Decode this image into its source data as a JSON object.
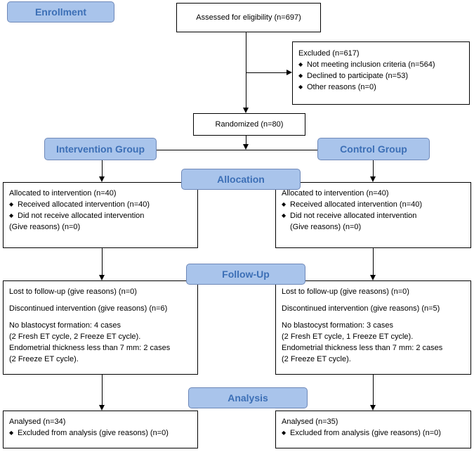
{
  "stages": {
    "enrollment": "Enrollment",
    "allocation": "Allocation",
    "follow_up": "Follow-Up",
    "analysis": "Analysis"
  },
  "groups": {
    "intervention": "Intervention Group",
    "control": "Control Group"
  },
  "assessed": "Assessed for eligibility (n=697)",
  "excluded": {
    "title": "Excluded (n=617)",
    "items": [
      "Not meeting inclusion criteria (n=564)",
      "Declined to participate (n=53)",
      "Other reasons (n=0)"
    ]
  },
  "randomized": "Randomized (n=80)",
  "allocation": {
    "intervention": {
      "title": "Allocated to intervention (n=40)",
      "received": "Received allocated intervention (n=40)",
      "not_received_1": "Did not receive allocated intervention",
      "not_received_2": "(Give reasons) (n=0)"
    },
    "control": {
      "title": "Allocated to intervention (n=40)",
      "received": "Received allocated intervention (n=40)",
      "not_received_1": "Did not receive allocated intervention",
      "not_received_2": "(Give reasons) (n=0)"
    }
  },
  "follow_up": {
    "intervention": {
      "lost": "Lost to follow-up (give reasons) (n=0)",
      "discontinued": "Discontinued intervention (give reasons) (n=6)",
      "no_blasto": "No blastocyst formation: 4 cases",
      "no_blasto_detail": "(2 Fresh ET cycle, 2 Freeze ET cycle).",
      "endo": "Endometrial thickness less than 7 mm: 2 cases",
      "endo_detail": "(2 Freeze ET cycle)."
    },
    "control": {
      "lost": "Lost to follow-up (give reasons) (n=0)",
      "discontinued": "Discontinued intervention (give reasons) (n=5)",
      "no_blasto": "No blastocyst formation: 3 cases",
      "no_blasto_detail": "(2 Fresh ET cycle, 1 Freeze ET cycle).",
      "endo": "Endometrial thickness less than 7 mm: 2 cases",
      "endo_detail": "(2 Freeze ET cycle)."
    }
  },
  "analysis": {
    "intervention": {
      "analysed": "Analysed (n=34)",
      "excluded": "Excluded from analysis (give reasons) (n=0)"
    },
    "control": {
      "analysed": "Analysed (n=35)",
      "excluded": "Excluded from analysis (give reasons) (n=0)"
    }
  },
  "bullet": "◆",
  "colors": {
    "stage_fill": "#a9c4eb",
    "stage_text": "#3c6fb6",
    "stage_border": "#6e88b8"
  }
}
